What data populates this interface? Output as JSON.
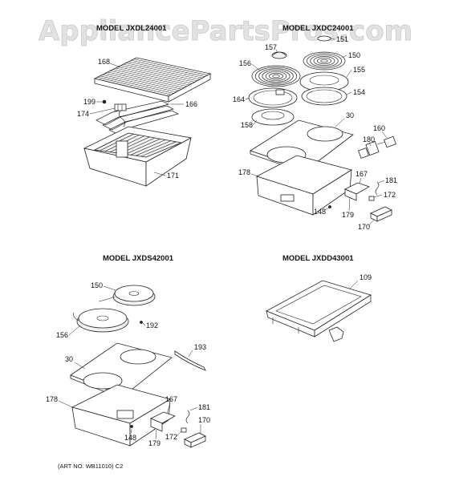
{
  "watermark": "AppliancePartsPros.com",
  "models": {
    "top_left": "MODEL JXDL24001",
    "top_right": "MODEL JXDC24001",
    "bottom_left": "MODEL JXDS42001",
    "bottom_right": "MODEL JXDD43001"
  },
  "callouts": {
    "grill_grate": "168",
    "grill_screw": "199",
    "grill_element": "166",
    "grill_terminal": "174",
    "grill_pan": "171",
    "tr_clip": "157",
    "tr_receptacle_top": "151",
    "tr_element_small": "150",
    "tr_element_large": "156",
    "tr_drip_pan": "155",
    "tr_ring": "164",
    "tr_ring_right": "154",
    "tr_bowl": "158",
    "tr_top": "30",
    "tr_cord": "160",
    "tr_plug": "180",
    "tr_housing": "178",
    "tr_bracket": "167",
    "tr_spring": "181",
    "tr_clip2": "172",
    "tr_screw": "148",
    "tr_switch_bracket": "179",
    "tr_switch": "170",
    "bl_element_small": "150",
    "bl_element_large": "156",
    "bl_screw_top": "192",
    "bl_handle": "193",
    "bl_top": "30",
    "bl_housing": "178",
    "bl_bracket": "167",
    "bl_spring": "181",
    "bl_switch": "170",
    "bl_clip": "172",
    "bl_screw": "148",
    "bl_switch_bracket": "179",
    "br_griddle": "109"
  },
  "art_number": "(ART NO. WB11010) C2"
}
